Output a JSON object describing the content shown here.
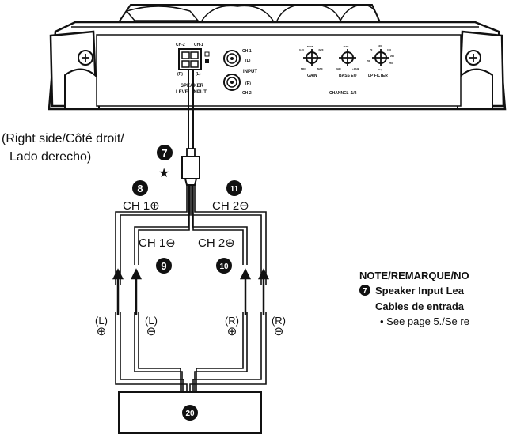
{
  "amplifier": {
    "speaker_input": {
      "ch2": "CH-2",
      "ch1": "CH-1",
      "r": "(R)",
      "l": "(L)",
      "label1": "SPEAKER",
      "label2": "LEVEL INPUT"
    },
    "rca": {
      "ch1": "CH-1",
      "l": "(L)",
      "input": "INPUT",
      "r": "(R)",
      "ch2": "CH-2"
    },
    "gain": {
      "label": "GAIN",
      "min": "MIN",
      "max": "MAX",
      "top": "NOM",
      "right": "4V/X",
      "left": "0.4V"
    },
    "bass_eq": {
      "label": "BASS EQ",
      "top": "+4dB",
      "left": "0dB",
      "right": "+12dB"
    },
    "lp_filter": {
      "label": "LP FILTER",
      "top": "100",
      "left1": "70",
      "left2": "50",
      "right1": "150",
      "right2": "200",
      "right3": "250",
      "bottom": "(Hz)"
    },
    "channel": "CHANNEL -1/2"
  },
  "side_note": {
    "line1": "(Right side/Côté droit/",
    "line2": "Lado derecho)"
  },
  "callouts": {
    "c7": "7",
    "c8": "8",
    "c9": "9",
    "c10": "10",
    "c11": "11",
    "c20": "20",
    "star": "★"
  },
  "wires": {
    "ch1_plus": "CH 1⊕",
    "ch2_minus": "CH 2⊖",
    "ch1_minus": "CH 1⊖",
    "ch2_plus": "CH 2⊕"
  },
  "terminals": {
    "l_plus": {
      "ch": "(L)",
      "sign": "⊕"
    },
    "l_minus": {
      "ch": "(L)",
      "sign": "⊖"
    },
    "r_plus": {
      "ch": "(R)",
      "sign": "⊕"
    },
    "r_minus": {
      "ch": "(R)",
      "sign": "⊖"
    }
  },
  "note": {
    "title": "NOTE/REMARQUE/NO",
    "item_line1": "Speaker Input Lea",
    "item_line2": "Cables de entrada",
    "item_line3": "• See page 5./Se re"
  }
}
